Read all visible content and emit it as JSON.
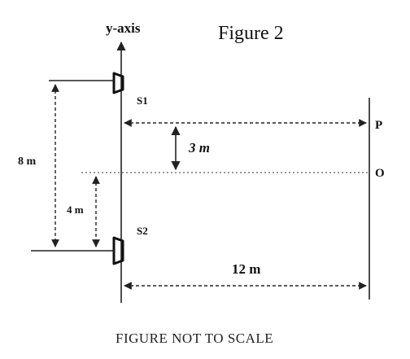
{
  "figure_title": "Figure 2",
  "y_axis_label": "y-axis",
  "source_labels": {
    "s1": "S1",
    "s2": "S2"
  },
  "point_labels": {
    "p": "P",
    "o": "O"
  },
  "dimensions": {
    "sources_separation": "8 m",
    "s2_to_center": "4 m",
    "o_to_p": "3 m",
    "screen_distance": "12 m"
  },
  "caption": "FIGURE NOT TO SCALE"
}
